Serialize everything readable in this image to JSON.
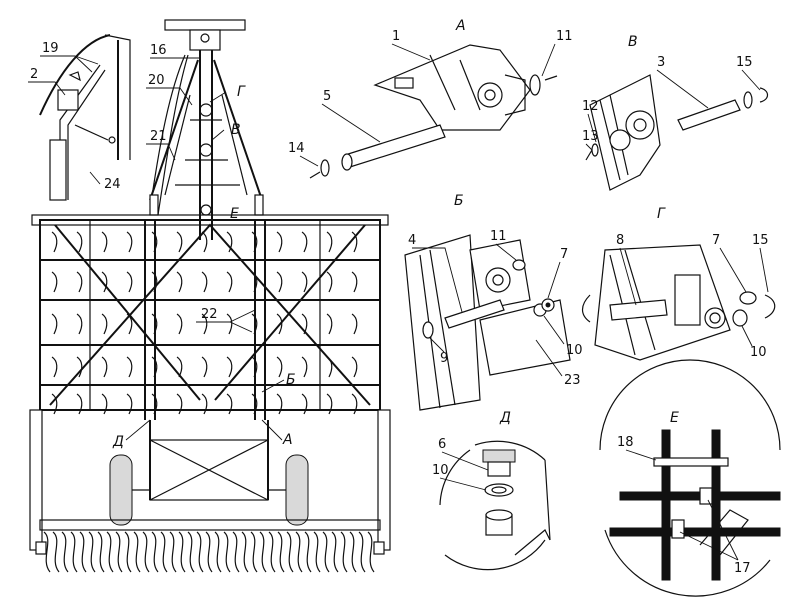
{
  "views": {
    "A": "А",
    "B": "Б",
    "V": "В",
    "G": "Г",
    "D": "Д",
    "E": "Е"
  },
  "callouts": {
    "c1": "1",
    "c2": "2",
    "c3": "3",
    "c4": "4",
    "c5": "5",
    "c6": "6",
    "c7a": "7",
    "c7b": "7",
    "c8": "8",
    "c9": "9",
    "c10a": "10",
    "c10b": "10",
    "c10c": "10",
    "c11a": "11",
    "c11b": "11",
    "c12": "12",
    "c13": "13",
    "c14": "14",
    "c15a": "15",
    "c15b": "15",
    "c16": "16",
    "c17": "17",
    "c18": "18",
    "c19": "19",
    "c20": "20",
    "c21": "21",
    "c22": "22",
    "c23": "23",
    "c24": "24"
  },
  "view_markers_main": {
    "G": "Г",
    "V": "В",
    "E": "Е",
    "B": "Б",
    "D": "Д",
    "A": "А"
  }
}
